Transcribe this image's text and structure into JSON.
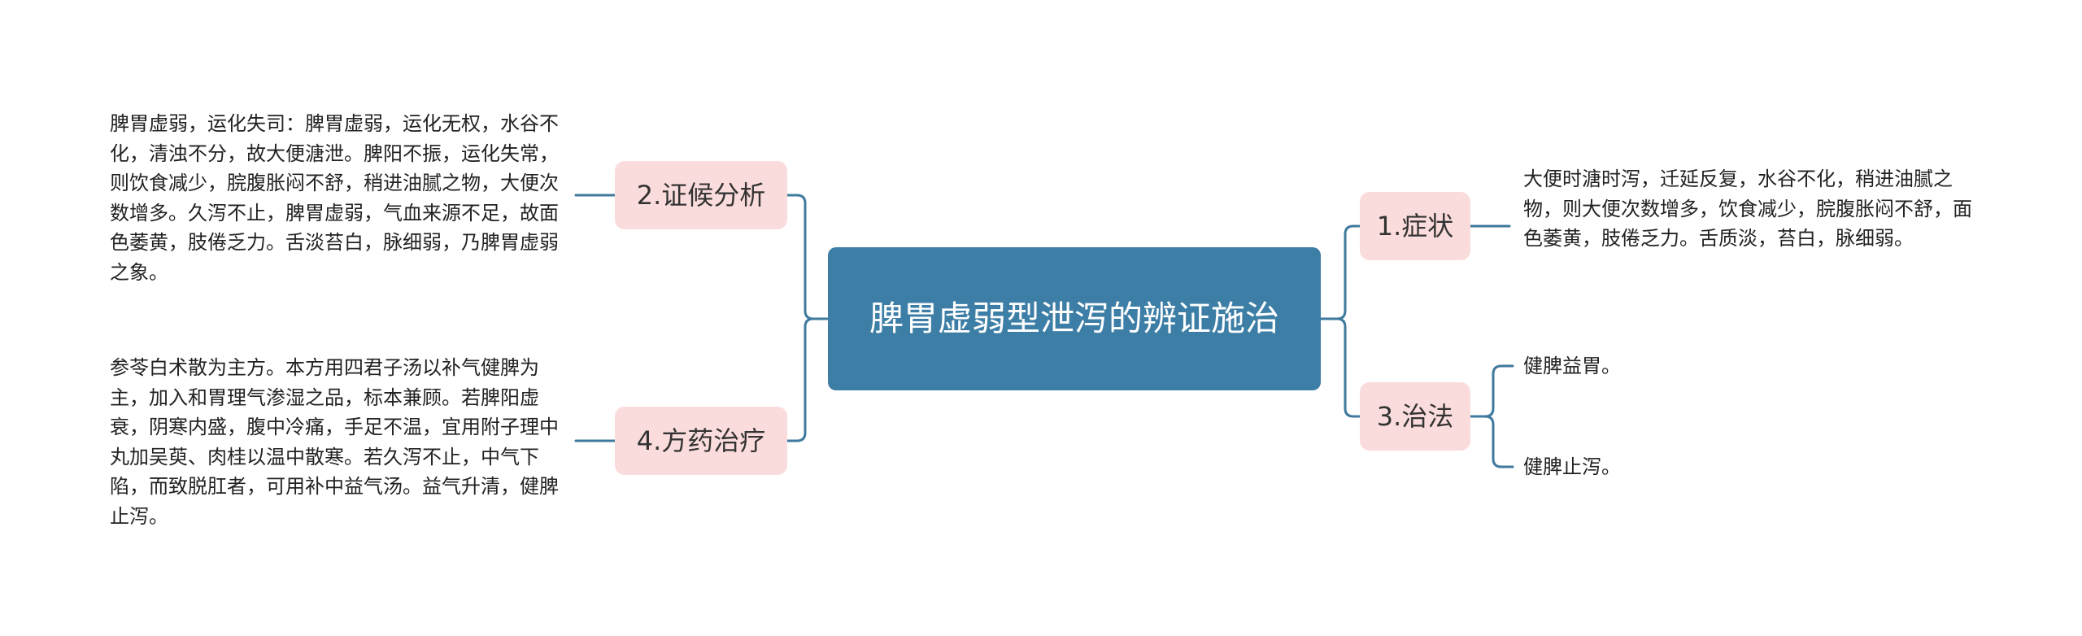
{
  "title": "脾胃虚弱型泄泻的辨证施治",
  "colors": {
    "root_fill": "#3d7ea6",
    "branch_fill": "#fbdcdc",
    "line": "#3f7a9e",
    "text": "#222222"
  },
  "branches": {
    "symptoms": {
      "label": "1.症状",
      "text": "大便时溏时泻，迁延反复，水谷不化，稍进油腻之物，则大便次数增多，饮食减少，脘腹胀闷不舒，面色萎黄，肢倦乏力。舌质淡，苔白，脉细弱。"
    },
    "analysis": {
      "label": "2.证候分析",
      "text": "脾胃虚弱，运化失司：脾胃虚弱，运化无权，水谷不化，清浊不分，故大便溏泄。脾阳不振，运化失常，则饮食减少，脘腹胀闷不舒，稍进油腻之物，大便次数增多。久泻不止，脾胃虚弱，气血来源不足，故面色萎黄，肢倦乏力。舌淡苔白，脉细弱，乃脾胃虚弱之象。"
    },
    "treatment": {
      "label": "3.治法",
      "items": [
        "健脾益胃。",
        "健脾止泻。"
      ]
    },
    "prescription": {
      "label": "4.方药治疗",
      "text": "参苓白术散为主方。本方用四君子汤以补气健脾为主，加入和胃理气渗湿之品，标本兼顾。若脾阳虚衰，阴寒内盛，腹中冷痛，手足不温，宜用附子理中丸加吴萸、肉桂以温中散寒。若久泻不止，中气下陷，而致脱肛者，可用补中益气汤。益气升清，健脾止泻。"
    }
  }
}
